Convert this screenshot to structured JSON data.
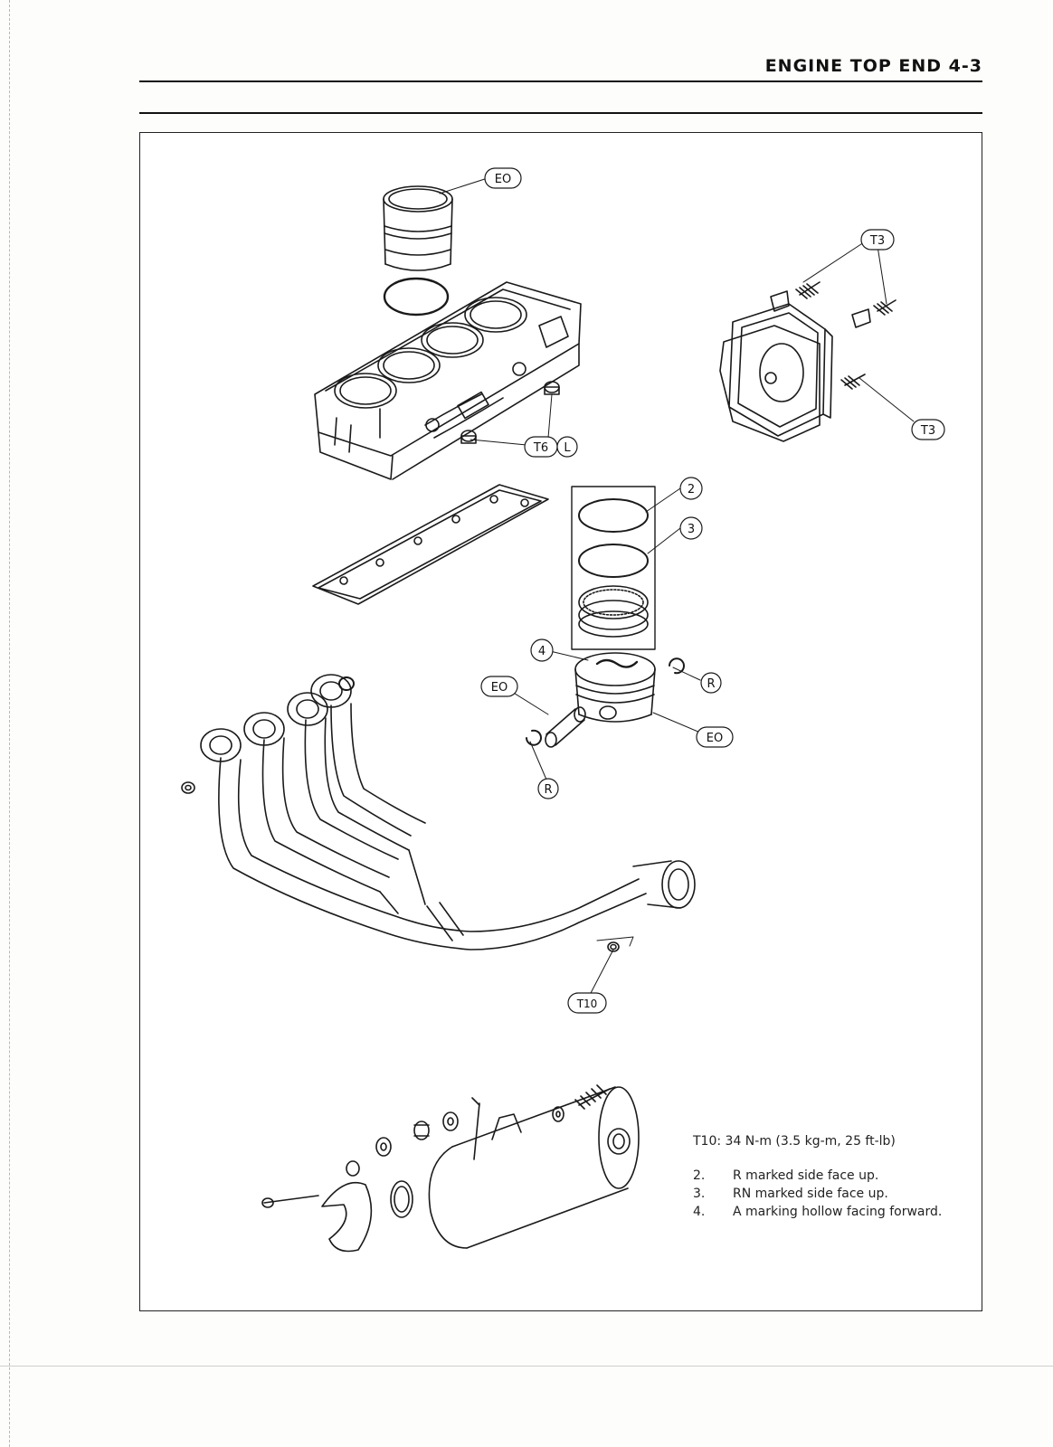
{
  "page": {
    "title": "ENGINE TOP END 4-3"
  },
  "callouts": {
    "eo_top": "EO",
    "t3_upper": "T3",
    "t3_lower": "T3",
    "t6l_t6": "T6",
    "t6l_l": "L",
    "ring_2": "2",
    "ring_3": "3",
    "piston_4": "4",
    "eo_pin": "EO",
    "eo_piston": "EO",
    "r_right": "R",
    "r_left": "R",
    "t10": "T10"
  },
  "notes": {
    "torque": "T10:  34 N-m (3.5 kg-m, 25 ft-lb)",
    "items": [
      {
        "num": "2.",
        "text": "R marked side face up."
      },
      {
        "num": "3.",
        "text": "RN marked side face up."
      },
      {
        "num": "4.",
        "text": "A marking hollow facing forward."
      }
    ]
  }
}
